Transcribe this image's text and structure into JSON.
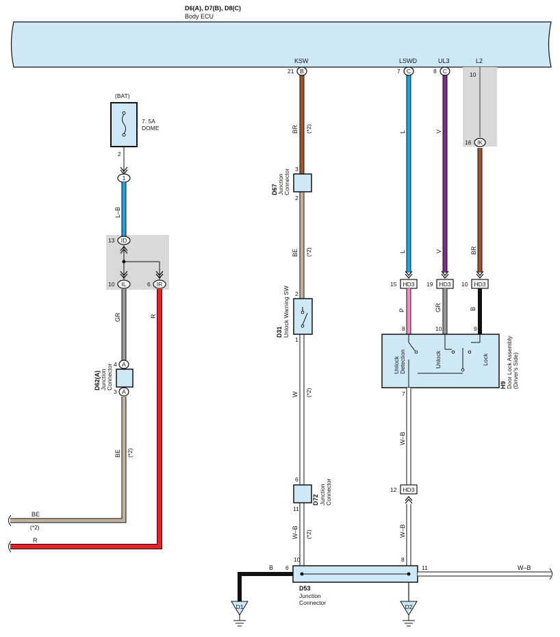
{
  "ecu": {
    "title": "D6(A), D7(B), D8(C)",
    "subtitle": "Body ECU",
    "terminals": [
      {
        "name": "KSW",
        "pin": "21",
        "conn": "B"
      },
      {
        "name": "LSWD",
        "pin": "7",
        "conn": "C"
      },
      {
        "name": "UL3",
        "pin": "8",
        "conn": "C"
      },
      {
        "name": "L2",
        "pin": "10",
        "conn": ""
      }
    ]
  },
  "fuse": {
    "header": "(BAT)",
    "rating": "7. 5A",
    "name": "DOME",
    "pin": "2"
  },
  "connectors": {
    "left_top": {
      "pin": "",
      "code": "1"
    },
    "id_pin": {
      "pin": "13",
      "code": "ID"
    },
    "il_pin": {
      "pin": "10",
      "code": "IL"
    },
    "ir_pin": {
      "pin": "6",
      "code": "IR"
    },
    "ik_pin": {
      "pin": "16",
      "code": "IK"
    },
    "hd3_a": {
      "pin": "15",
      "code": "HD3"
    },
    "hd3_b": {
      "pin": "19",
      "code": "HD3"
    },
    "hd3_c": {
      "pin": "10",
      "code": "HD3"
    },
    "hd3_d": {
      "pin": "12",
      "code": "HD3"
    }
  },
  "components": {
    "d67": {
      "id": "D67",
      "name1": "Junction",
      "name2": "Connector",
      "pin_top": "3",
      "pin_bottom": "2"
    },
    "d31": {
      "id": "D31",
      "name1": "Unlock Warning SW",
      "pin_top": "2",
      "pin_bottom": "1"
    },
    "d62": {
      "id": "D62(A)",
      "name1": "Junction",
      "name2": "Connector",
      "pin_top": "4",
      "pin_bottom": "3",
      "conn": "A"
    },
    "d72": {
      "id": "D72",
      "name1": "Junction",
      "name2": "Connector",
      "pin_top": "6",
      "pin_bottom": "11"
    },
    "d53": {
      "id": "D53",
      "name1": "Junction",
      "name2": "Connector",
      "pin_left_b": "6",
      "pin_left_a": "10",
      "pin_right_top": "8",
      "pin_right": "11"
    },
    "h9": {
      "id": "H9",
      "name1": "Door Lock Assembly",
      "name2": "(Driver's Side)",
      "pins": [
        "8",
        "10",
        "9",
        "7"
      ],
      "sw1": "Unlock",
      "sw1b": "Detection",
      "sw2": "Unlock",
      "sw3": "Lock"
    }
  },
  "wires": {
    "br": "BR",
    "be": "BE",
    "w": "W",
    "wb": "W–B",
    "l": "L",
    "v": "V",
    "p": "P",
    "gr": "GR",
    "b": "B",
    "lb": "L–B",
    "r": "R",
    "note": "(*2)"
  },
  "grounds": {
    "d1": "D1",
    "d2": "D2"
  },
  "colors": {
    "ecu_fill": "#cfe8f5",
    "br": "#a0522d",
    "be": "#c2b29c",
    "blue": "#1aa3de",
    "violet": "#7b2d90",
    "pink": "#f28fc1",
    "gray": "#9a9a9a",
    "red": "#e8202a",
    "black": "#111111",
    "shade": "#d9d9d9"
  }
}
